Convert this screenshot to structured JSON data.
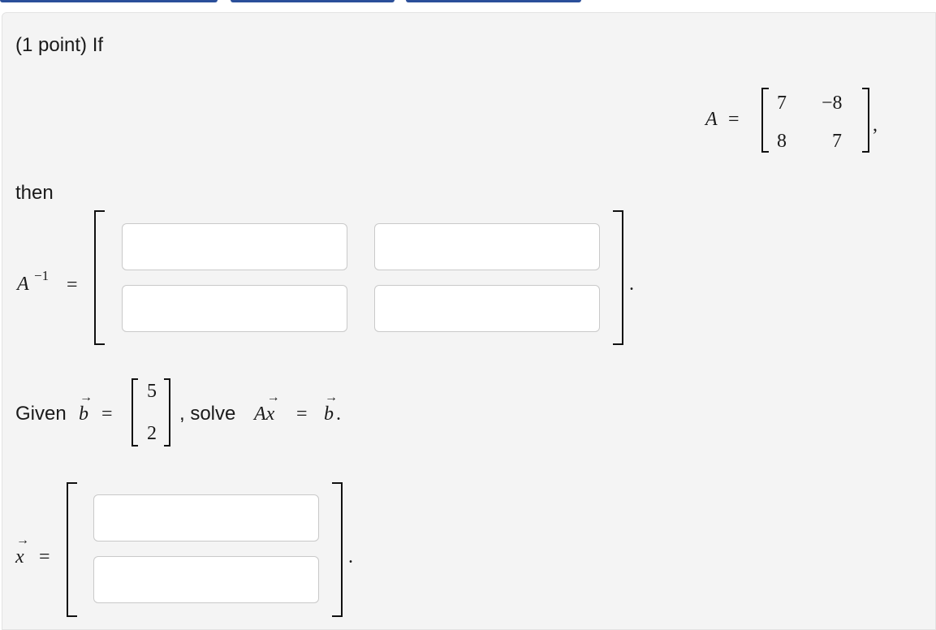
{
  "problem": {
    "points_label": "(1 point) If",
    "then_label": "then",
    "given_label": "Given",
    "solve_label": ", solve",
    "matrix_A": {
      "name": "A",
      "equals": "=",
      "rows": [
        [
          "7",
          "−8"
        ],
        [
          "8",
          "7"
        ]
      ],
      "trailing": ","
    },
    "inverse": {
      "label": "A",
      "sup": "−1",
      "equals": "=",
      "trailing": "."
    },
    "vector_b": {
      "name": "b",
      "equals": "=",
      "values": [
        "5",
        "2"
      ]
    },
    "equation": {
      "lhs": "Ax",
      "equals": "=",
      "rhs": "b",
      "trailing": "."
    },
    "solution": {
      "label": "x",
      "equals": "=",
      "trailing": "."
    }
  },
  "colors": {
    "tab_accent": "#2b4f9a",
    "panel_bg": "#f4f4f4",
    "input_border": "#c9c9c9"
  }
}
